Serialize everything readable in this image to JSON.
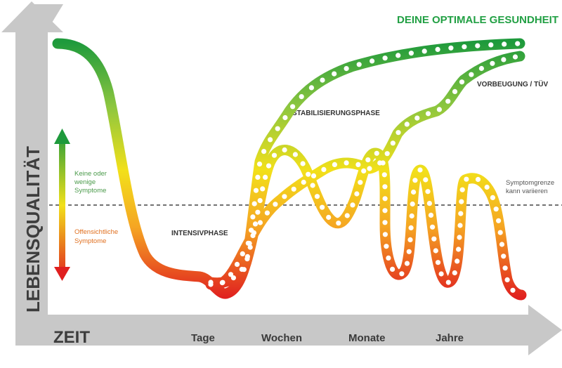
{
  "title": "DEINE OPTIMALE GESUNDHEIT",
  "y_axis_label": "LEBENSQUALITÄT",
  "x_axis_label": "ZEIT",
  "x_ticks": [
    "Tage",
    "Wochen",
    "Monate",
    "Jahre"
  ],
  "legend": {
    "good_line1": "Keine oder",
    "good_line2": "wenige",
    "good_line3": "Symptome",
    "bad_line1": "Offensichtliche",
    "bad_line2": "Symptome"
  },
  "phases": {
    "intensive": "INTENSIVPHASE",
    "stabilization": "STABILISIERUNGSPHASE",
    "prevention": "VORBEUGUNG / TÜV"
  },
  "threshold": {
    "line1": "Symptomgrenze",
    "line2": "kann variieren"
  },
  "colors": {
    "axis": "#c8c8c8",
    "curve_top": "#1e9a3c",
    "curve_mid": "#f2e01a",
    "curve_bottom": "#e01f1f",
    "title": "#22a044",
    "dashed_line": "#444444"
  }
}
